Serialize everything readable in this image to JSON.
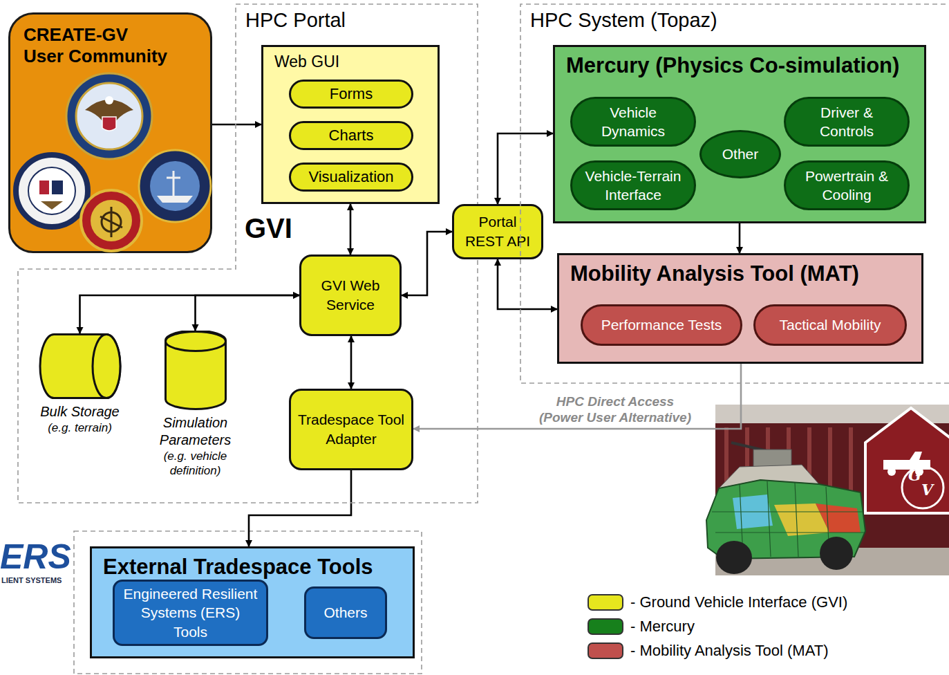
{
  "diagram": {
    "nodes": [
      {
        "text": [
          "CREATE-GV User Community"
        ]
      },
      {
        "text": [
          "HPC Portal",
          "GVI"
        ]
      },
      {
        "text": [
          "Web GUI"
        ],
        "in": 1
      },
      {
        "text": [
          "Forms"
        ],
        "in": 2
      },
      {
        "text": [
          "Charts"
        ],
        "in": 2
      },
      {
        "text": [
          "Visualization"
        ],
        "in": 2
      },
      {
        "text": [
          "GVI Web Service"
        ],
        "in": 1
      },
      {
        "text": [
          "Bulk Storage",
          "(e.g. terrain)"
        ],
        "in": 1
      },
      {
        "text": [
          "Simulation Parameters",
          "(e.g. vehicle definition)"
        ],
        "in": 1
      },
      {
        "text": [
          "Tradespace Tool Adapter"
        ],
        "in": 1
      },
      {
        "text": [
          "Portal REST API"
        ]
      },
      {
        "text": [
          "HPC System (Topaz)"
        ]
      },
      {
        "text": [
          "Mercury (Physics Co-simulation)"
        ],
        "in": 11
      },
      {
        "text": [
          "Vehicle Dynamics"
        ],
        "in": 12
      },
      {
        "text": [
          "Driver & Controls"
        ],
        "in": 12
      },
      {
        "text": [
          "Other"
        ],
        "in": 12
      },
      {
        "text": [
          "Vehicle-Terrain Interface"
        ],
        "in": 12
      },
      {
        "text": [
          "Powertrain & Cooling"
        ],
        "in": 12
      },
      {
        "text": [
          "Mobility Analysis Tool (MAT)"
        ],
        "in": 11
      },
      {
        "text": [
          "Performance Tests"
        ],
        "in": 18
      },
      {
        "text": [
          "Tactical Mobility"
        ],
        "in": 18
      },
      {
        "text": [
          "External Tradespace Tools"
        ]
      },
      {
        "text": [
          "Engineered Resilient Systems (ERS) Tools"
        ],
        "in": 21
      },
      {
        "text": [
          "Others"
        ],
        "in": 21
      }
    ],
    "edges": [
      {
        "from": 0,
        "to": 2,
        "arrow": "to"
      },
      {
        "from": 2,
        "to": 6,
        "arrow": "both"
      },
      {
        "from": 6,
        "to": 7,
        "arrow": "both"
      },
      {
        "from": 6,
        "to": 8,
        "arrow": "both"
      },
      {
        "from": 6,
        "to": 10,
        "arrow": "both"
      },
      {
        "from": 10,
        "to": 12,
        "arrow": "both"
      },
      {
        "from": 10,
        "to": 18,
        "arrow": "both"
      },
      {
        "from": 12,
        "to": 18,
        "arrow": "to"
      },
      {
        "from": 6,
        "to": 9,
        "arrow": "both"
      },
      {
        "from": 18,
        "to": 9,
        "label": "HPC Direct Access (Power User Alternative)",
        "arrow": "to"
      },
      {
        "from": 9,
        "to": 21,
        "arrow": "to"
      }
    ],
    "labels": [
      "ERS",
      "LIENT SYSTEMS",
      "G",
      "V"
    ],
    "legend": [
      {
        "text": "- Ground Vehicle Interface (GVI)",
        "color": "#e6e61e"
      },
      {
        "text": "- Mercury",
        "color": "#17801c"
      },
      {
        "text": "- Mobility Analysis Tool (MAT)",
        "color": "#c0504d"
      }
    ]
  }
}
